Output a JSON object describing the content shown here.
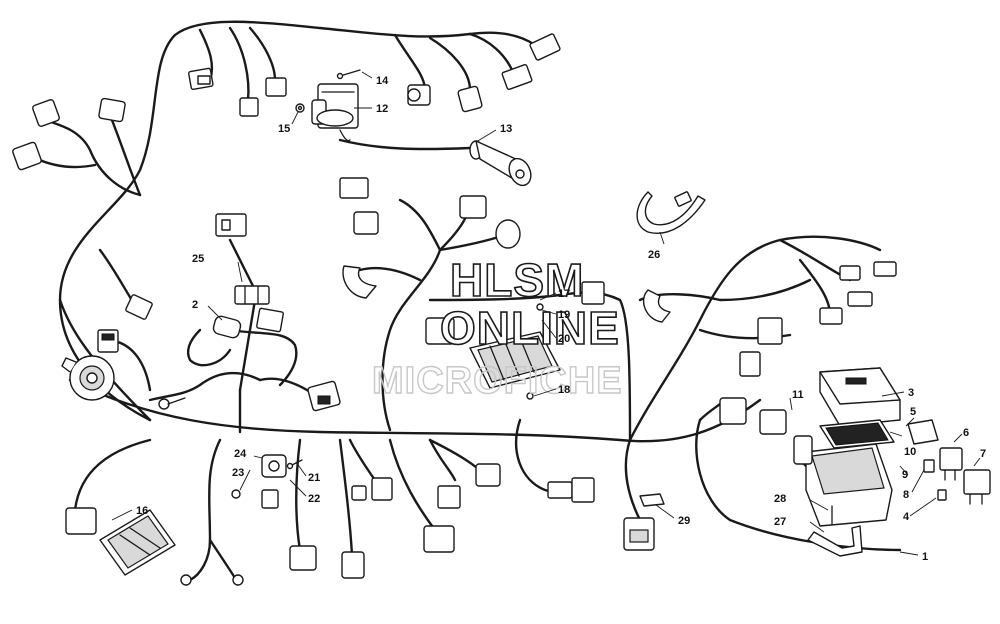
{
  "watermark": {
    "line1": "HLSM",
    "line2": "ONLINE",
    "line3": "MICROFICHE"
  },
  "callouts": [
    {
      "id": "c1",
      "label": "1"
    },
    {
      "id": "c2",
      "label": "2"
    },
    {
      "id": "c3",
      "label": "3"
    },
    {
      "id": "c4",
      "label": "4"
    },
    {
      "id": "c5",
      "label": "5"
    },
    {
      "id": "c6",
      "label": "6"
    },
    {
      "id": "c7",
      "label": "7"
    },
    {
      "id": "c8",
      "label": "8"
    },
    {
      "id": "c9",
      "label": "9"
    },
    {
      "id": "c10",
      "label": "10"
    },
    {
      "id": "c11",
      "label": "11"
    },
    {
      "id": "c12",
      "label": "12"
    },
    {
      "id": "c13",
      "label": "13"
    },
    {
      "id": "c14",
      "label": "14"
    },
    {
      "id": "c15",
      "label": "15"
    },
    {
      "id": "c16",
      "label": "16"
    },
    {
      "id": "c17",
      "label": "17"
    },
    {
      "id": "c18",
      "label": "18"
    },
    {
      "id": "c19",
      "label": "19"
    },
    {
      "id": "c20",
      "label": "20"
    },
    {
      "id": "c21",
      "label": "21"
    },
    {
      "id": "c22",
      "label": "22"
    },
    {
      "id": "c23",
      "label": "23"
    },
    {
      "id": "c24",
      "label": "24"
    },
    {
      "id": "c25",
      "label": "25"
    },
    {
      "id": "c26",
      "label": "26"
    },
    {
      "id": "c27",
      "label": "27"
    },
    {
      "id": "c28",
      "label": "28"
    },
    {
      "id": "c29",
      "label": "29"
    }
  ]
}
